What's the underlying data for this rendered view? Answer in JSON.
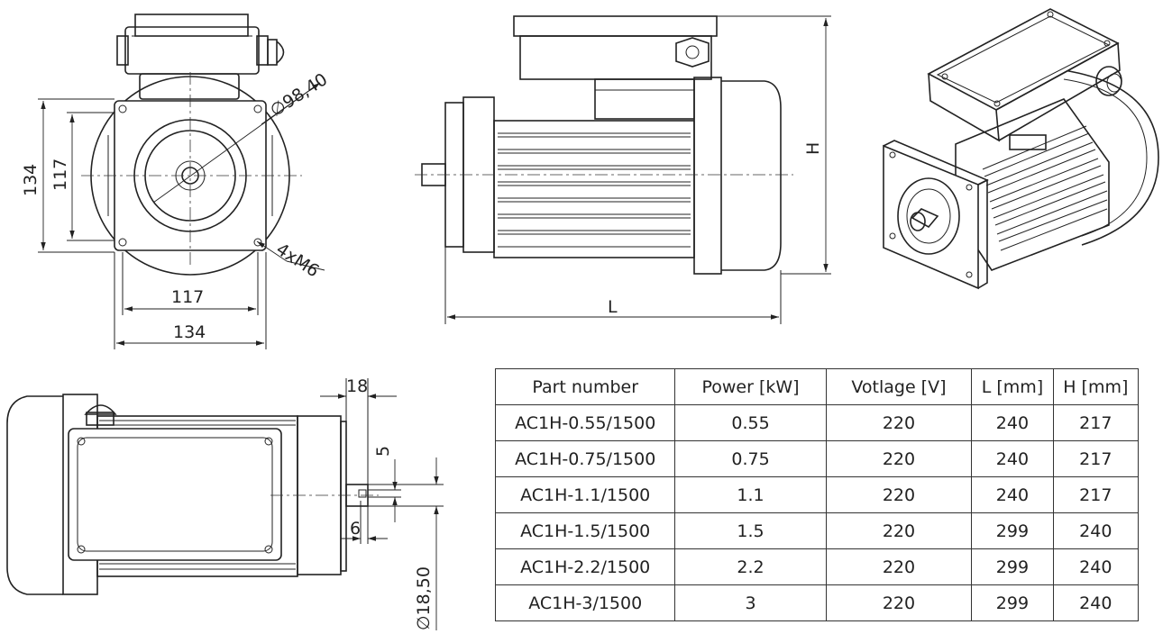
{
  "dimensions": {
    "front_height_outer": "134",
    "front_height_inner": "117",
    "front_width_inner": "117",
    "front_width_outer": "134",
    "bolt_circle_diameter": "∅98,40",
    "mounting_holes": "4xM6",
    "side_height": "H",
    "side_length": "L",
    "shaft_length": "18",
    "key_width": "5",
    "key_depth": "6",
    "shaft_diameter": "∅18,50"
  },
  "table": {
    "headers": [
      "Part number",
      "Power [kW]",
      "Votlage [V]",
      "L [mm]",
      "H [mm]"
    ],
    "rows": [
      [
        "AC1H-0.55/1500",
        "0.55",
        "220",
        "240",
        "217"
      ],
      [
        "AC1H-0.75/1500",
        "0.75",
        "220",
        "240",
        "217"
      ],
      [
        "AC1H-1.1/1500",
        "1.1",
        "220",
        "240",
        "217"
      ],
      [
        "AC1H-1.5/1500",
        "1.5",
        "220",
        "299",
        "240"
      ],
      [
        "AC1H-2.2/1500",
        "2.2",
        "220",
        "299",
        "240"
      ],
      [
        "AC1H-3/1500",
        "3",
        "220",
        "299",
        "240"
      ]
    ]
  }
}
